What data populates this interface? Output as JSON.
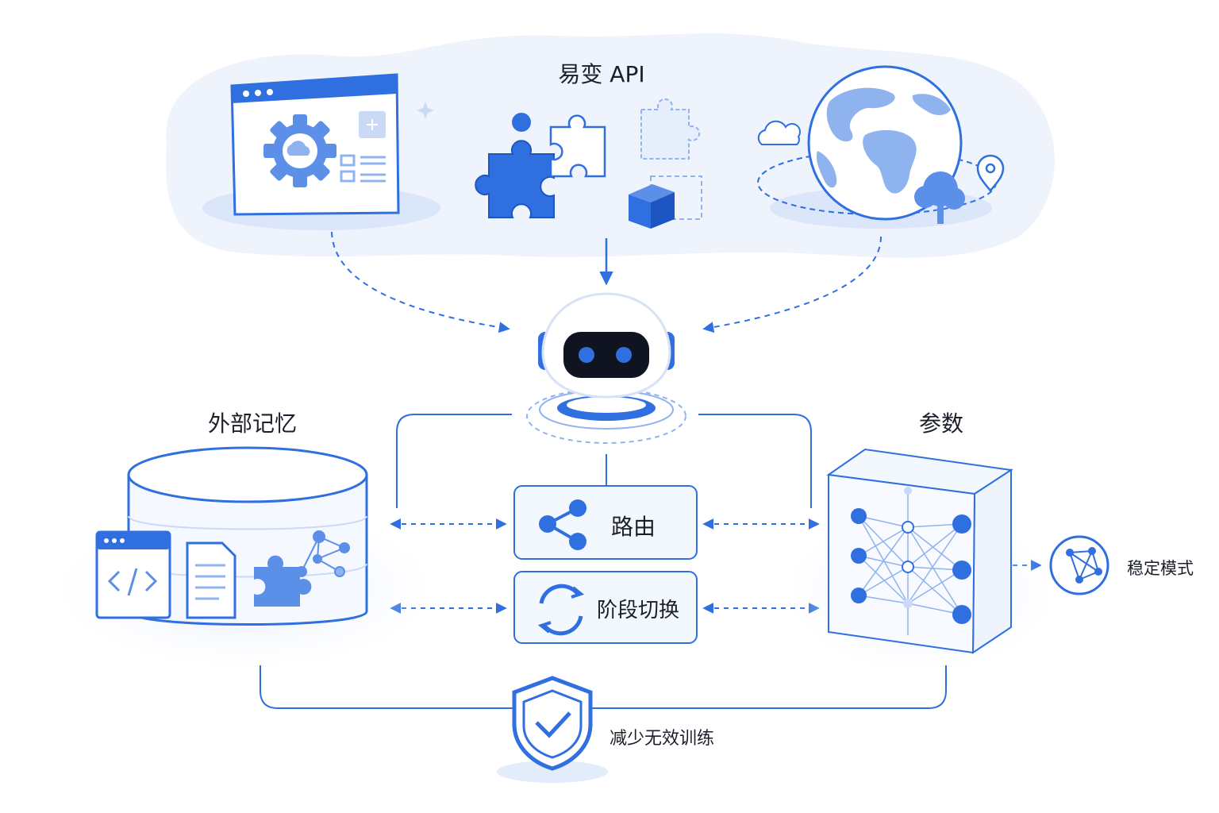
{
  "labels": {
    "volatile_api": "易变 API",
    "external_memory": "外部记忆",
    "parameters": "参数",
    "routing": "路由",
    "phase_switch": "阶段切换",
    "stable_patterns": "稳定模式",
    "reduce_training": "减少无效训练"
  },
  "colors": {
    "accent": "#2f6fe0",
    "accent_light": "#8fb3ee",
    "panel_fill": "#eef3fc",
    "dark": "#0f1420"
  },
  "icons": [
    "browser-gear-icon",
    "puzzle-icon",
    "cube-icon",
    "globe-icon",
    "cloud-icon",
    "tree-icon",
    "map-pin-icon",
    "robot-icon",
    "database-icon",
    "code-window-icon",
    "document-icon",
    "graph-icon",
    "neural-network-cube-icon",
    "share-icon",
    "cycle-arrows-icon",
    "stable-pattern-icon",
    "shield-check-icon"
  ]
}
